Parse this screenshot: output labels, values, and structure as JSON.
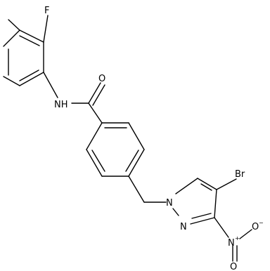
{
  "structure": {
    "atom_labels": {
      "fluorine": "F",
      "amide_nh": "NH",
      "carbonyl_o": "O",
      "pyrazole_n1": "N",
      "pyrazole_n2": "N",
      "bromine": "Br",
      "nitro_n": "N",
      "nitro_o_top": "O",
      "nitro_o_bottom": "O"
    },
    "charges": {
      "nitro_n": "+",
      "nitro_o": "−"
    }
  }
}
